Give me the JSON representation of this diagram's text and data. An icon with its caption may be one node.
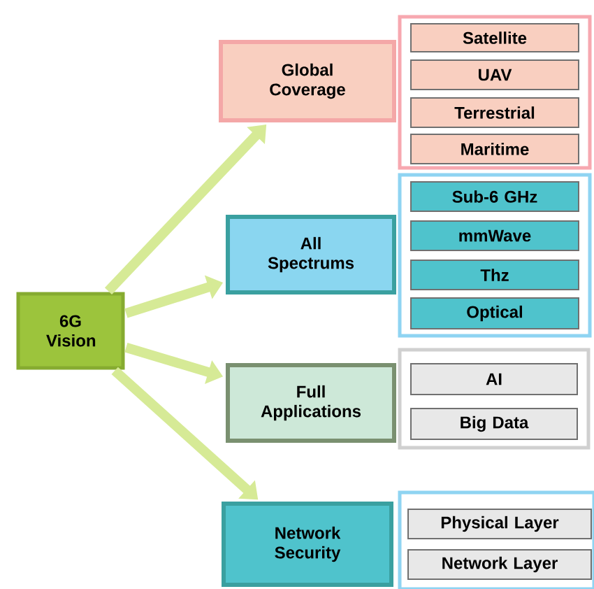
{
  "diagram": {
    "nodes": [
      {
        "text": [
          "6G Vision"
        ]
      },
      {
        "text": [
          "Global Coverage"
        ]
      },
      {
        "text": [],
        "shape": "box"
      },
      {
        "text": [
          "Satellite"
        ],
        "in": 2
      },
      {
        "text": [
          "UAV"
        ],
        "in": 2
      },
      {
        "text": [
          "Terrestrial"
        ],
        "in": 2
      },
      {
        "text": [
          "Maritime"
        ],
        "in": 2
      },
      {
        "text": [
          "All Spectrums"
        ]
      },
      {
        "text": [],
        "shape": "box"
      },
      {
        "text": [
          "Sub-6 GHz"
        ],
        "in": 8
      },
      {
        "text": [
          "mmWave"
        ],
        "in": 8
      },
      {
        "text": [
          "Thz"
        ],
        "in": 8
      },
      {
        "text": [
          "Optical"
        ],
        "in": 8
      },
      {
        "text": [
          "Full Applications"
        ]
      },
      {
        "text": [],
        "shape": "box"
      },
      {
        "text": [
          "AI"
        ],
        "in": 14
      },
      {
        "text": [
          "Big Data"
        ],
        "in": 14
      },
      {
        "text": [
          "Network Security"
        ]
      },
      {
        "text": [],
        "shape": "box"
      },
      {
        "text": [
          "Physical Layer"
        ],
        "in": 18
      },
      {
        "text": [
          "Network Layer"
        ],
        "in": 18
      }
    ],
    "edges": [
      {
        "from": 0,
        "to": 1,
        "arrow": "to"
      },
      {
        "from": 0,
        "to": 7,
        "arrow": "to"
      },
      {
        "from": 0,
        "to": 13,
        "arrow": "to"
      },
      {
        "from": 0,
        "to": 17,
        "arrow": "to"
      }
    ]
  }
}
